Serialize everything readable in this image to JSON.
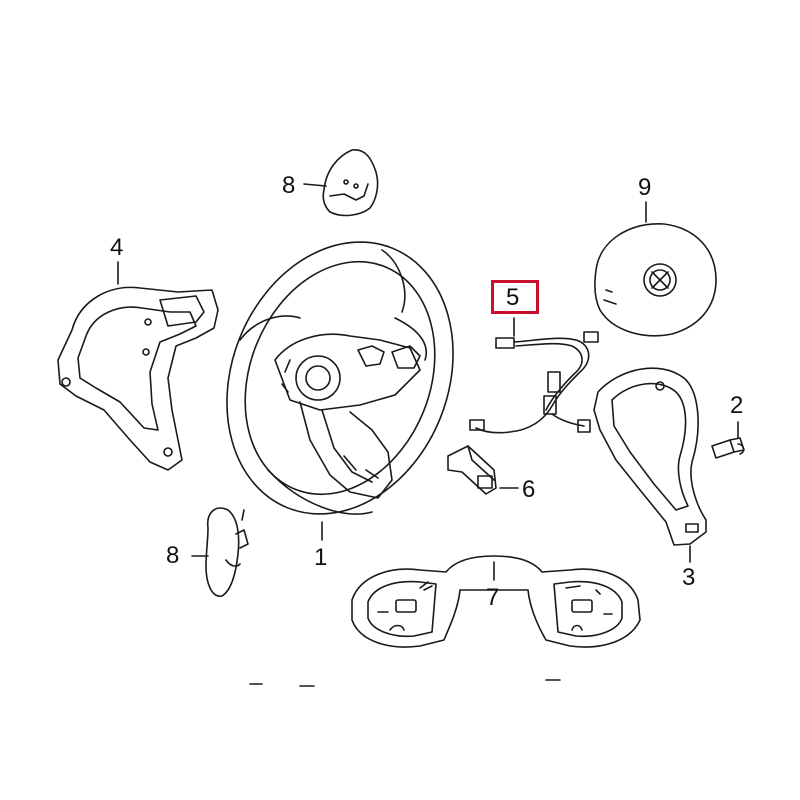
{
  "diagram": {
    "callouts": {
      "c1": "1",
      "c2": "2",
      "c3": "3",
      "c4": "4",
      "c5": "5",
      "c6": "6",
      "c7": "7",
      "c8_top": "8",
      "c8_bottom": "8",
      "c9": "9"
    },
    "highlighted_part": "5",
    "highlight_color": "#c8102e",
    "line_color": "#1a1a1a"
  }
}
